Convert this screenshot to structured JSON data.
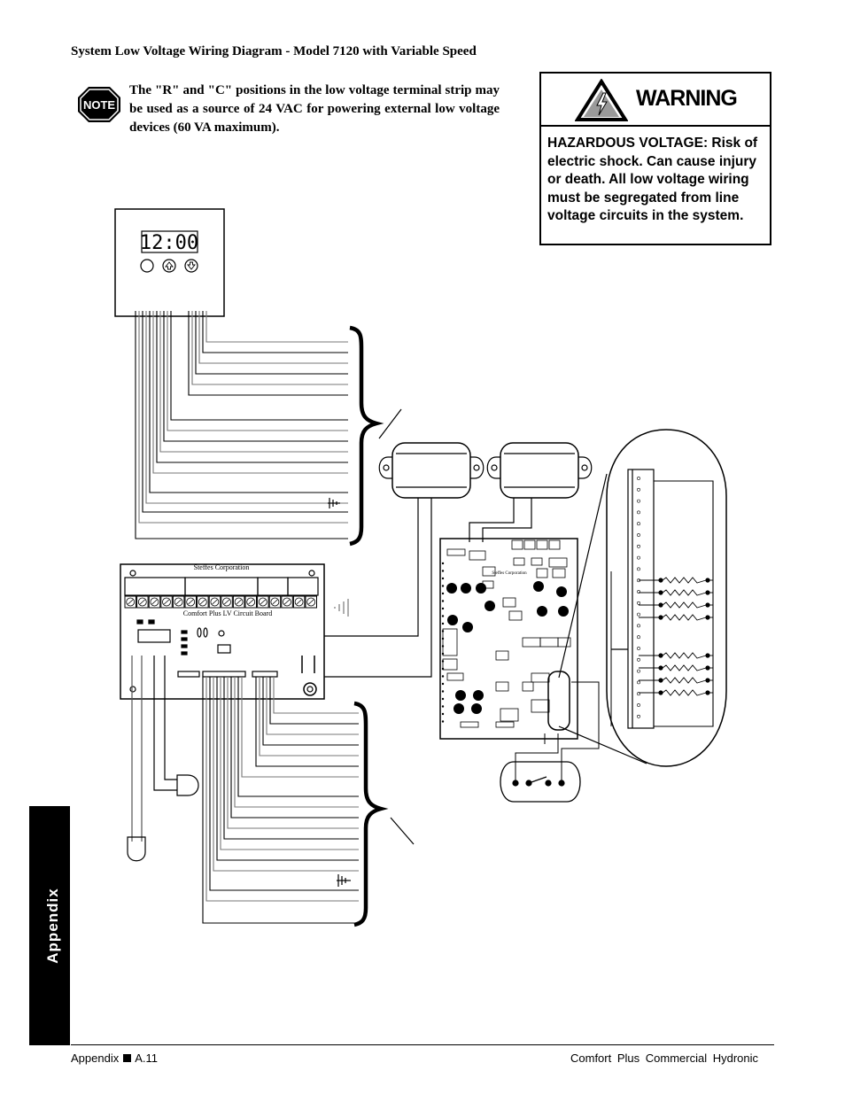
{
  "header": {
    "title": "System Low Voltage Wiring Diagram - Model 7120 with Variable Speed"
  },
  "note": {
    "badge_label": "NOTE",
    "text": "The \"R\" and \"C\" positions in the low voltage terminal strip may be used as a source of 24 VAC for powering external low voltage devices (60 VA maximum)."
  },
  "warning": {
    "title": "WARNING",
    "icon": "electric-hazard-triangle-icon",
    "body": "HAZARDOUS VOLTAGE: Risk of electric shock. Can cause injury or death. All low voltage wiring must be segregated from line voltage circuits in the system."
  },
  "diagram": {
    "thermostat": {
      "display_time": "12:00",
      "buttons": [
        "mode-button",
        "up-arrow-button",
        "down-arrow-button"
      ]
    },
    "lv_board": {
      "maker": "Steffes Corporation",
      "name": "Comfort Plus LV Circuit Board"
    },
    "control_board": {
      "maker": "Steffes Corporation"
    }
  },
  "side_tab": {
    "label": "Appendix"
  },
  "footer": {
    "section": "Appendix",
    "page": "A.11",
    "product": "Comfort Plus Commercial Hydronic"
  },
  "colors": {
    "ink": "#000000",
    "wire": "#000000",
    "ground": "#000000",
    "background": "#ffffff"
  }
}
